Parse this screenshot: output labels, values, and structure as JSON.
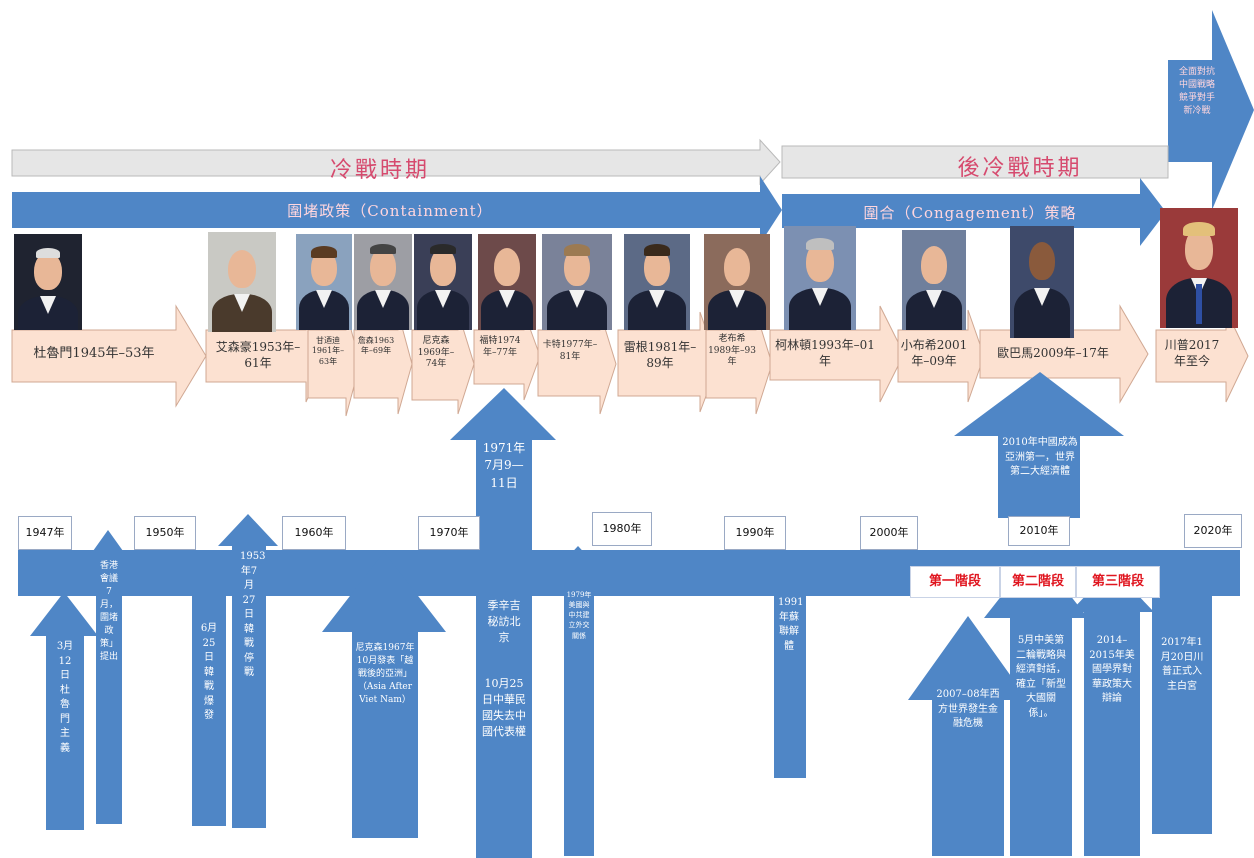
{
  "eras": {
    "cold_war": "冷戰時期",
    "post_cold_war": "後冷戰時期",
    "containment": "圍堵政策（Containment）",
    "congagement": "圍合（Congagement）策略",
    "corner_text": "全面對抗中國戰略競爭對手新冷戰"
  },
  "presidents": [
    {
      "label": "杜魯門1945年–53年"
    },
    {
      "label": "艾森豪1953年–61年"
    },
    {
      "label": "甘迺迪1961年–63年"
    },
    {
      "label": "詹森1963年–69年"
    },
    {
      "label": "尼克森1969年–74年"
    },
    {
      "label": "福特1974年–77年"
    },
    {
      "label": "卡特1977年–81年"
    },
    {
      "label": "雷根1981年–89年"
    },
    {
      "label": "老布希1989年–93年"
    },
    {
      "label": "柯林頓1993年–01年"
    },
    {
      "label": "小布希2001年–09年"
    },
    {
      "label": "歐巴馬2009年–17年"
    },
    {
      "label": "川普2017年至今"
    }
  ],
  "years": [
    "1947年",
    "1950年",
    "1960年",
    "1970年",
    "1980年",
    "1990年",
    "2000年",
    "2010年",
    "2020年"
  ],
  "events": {
    "e1": "3月12日杜魯門主義",
    "e2": "香港會議7月，圍堵政策」提出",
    "e3": "6月25日韓戰爆發",
    "e4": "1953年7月27日韓戰停戰",
    "e5": "尼克森1967年10月發表「越戰後的亞洲」（Asia After Viet Nam）",
    "e6_top": "1971年7月9—11日",
    "e6_mid": "季辛吉秘訪北京",
    "e6_bottom": "10月25日中華民國失去中國代表權",
    "e7": "1979年美國與中共建立外交關係",
    "e8": "1991年蘇聯解體",
    "e9": "2010年中國成為亞洲第一，世界第二大經濟體",
    "e10": "2007–08年西方世界發生金融危機",
    "e11": "5月中美第二輪戰略與經濟對話，確立「新型大國關係」。",
    "e12": "2014–2015年美國學界對華政策大辯論",
    "e13": "2017年1月20日川普正式入主白宮"
  },
  "stages": [
    "第一階段",
    "第二階段",
    "第三階段"
  ],
  "colors": {
    "arrow_blue": "#4f86c6",
    "gray": "#e6e6e6",
    "peach": "#fce1d1",
    "stage_red": "#e0151f"
  }
}
